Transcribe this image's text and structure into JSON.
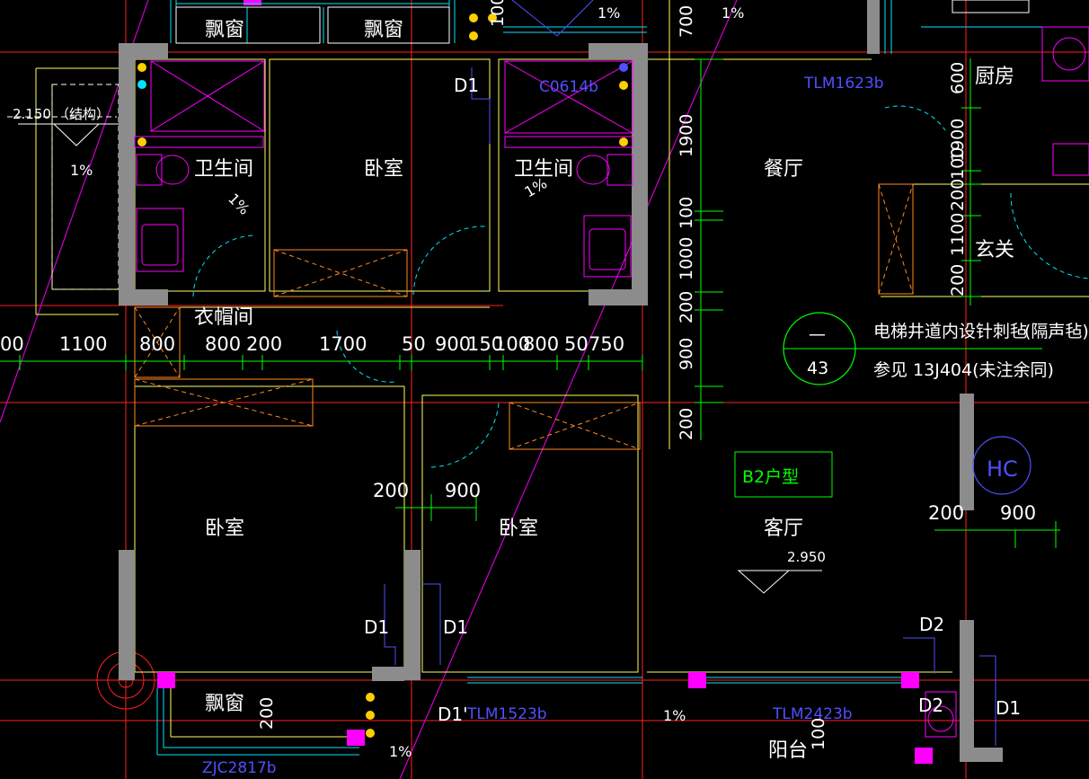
{
  "colors": {
    "background": "#000000",
    "wall_fill": "#8c8c8c",
    "column": "#ff00ff",
    "axis": "#ff2020",
    "dimension": "#00ff00",
    "line_yellow": "#ffff60",
    "window_cyan": "#00e5ff",
    "furniture": "#ff00ff",
    "tag_blue": "#5050ff",
    "text_white": "#ffffff",
    "wardrobe": "#ff8a20"
  },
  "rooms": {
    "bay_window_1": "飘窗",
    "bay_window_2": "飘窗",
    "bathroom_left": "卫生间",
    "bedroom_top": "卧室",
    "bathroom_right": "卫生间",
    "dining": "餐厅",
    "kitchen": "厨房",
    "entrance": "玄关",
    "cloakroom": "衣帽间",
    "bedroom_left": "卧室",
    "bedroom_mid": "卧室",
    "living": "客厅",
    "bay_window_bottom": "飘窗",
    "balcony": "阳台"
  },
  "slopes": {
    "s1": "1%",
    "s2": "1%",
    "s3": "1%",
    "s4": "1%",
    "s5": "1%",
    "s6": "1%",
    "s7": "1%"
  },
  "levels": {
    "structure_value": "2.150",
    "structure_note": "（结构）",
    "living_level": "2.950"
  },
  "dimensions": {
    "top_100": "100",
    "top_700": "700",
    "h_00": "00",
    "h_1100": "1100",
    "h_800a": "800",
    "h_800b": "800",
    "h_200": "200",
    "h_1700": "1700",
    "h_50": "50",
    "h_900": "900",
    "h_150": "150",
    "h_100": "100",
    "h_800c": "800",
    "h_50b": "50",
    "h_750": "750",
    "v_1900": "1900",
    "v_100": "100",
    "v_1000": "1000",
    "v_200": "200",
    "v_900": "900",
    "v_200b": "200",
    "r_600": "600",
    "r_1900": "1900",
    "r_100": "100",
    "r_200": "200",
    "r_1100": "1100",
    "r_200b": "200",
    "d_200": "200",
    "d_900": "900",
    "d_200r": "200",
    "d_900r": "900",
    "bay_200": "200",
    "bal_100": "100"
  },
  "tags": {
    "c0614b": "C0614b",
    "tlm1623b": "TLM1623b",
    "tlm1523b": "TLM1523b",
    "tlm2423b": "TLM2423b",
    "zjc2817b": "ZJC2817b",
    "d1_top": "D1",
    "d1_a": "D1",
    "d1_b": "D1",
    "d1_prime": "D1'",
    "d2_a": "D2",
    "d2_b": "D2",
    "d1_right": "D1"
  },
  "notes": {
    "detail_top": "—",
    "detail_bottom": "43",
    "elevator_line1": "电梯井道内设针刺毡",
    "elevator_line1b": "(隔声毡)",
    "elevator_line2": "参见 13J404(未注余同)",
    "unit_type": "B2户型",
    "hc": "HC"
  }
}
